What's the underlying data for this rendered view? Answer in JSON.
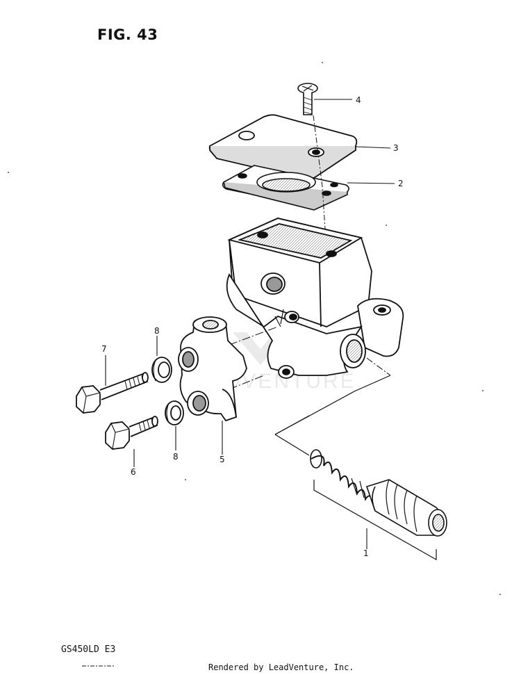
{
  "figure": {
    "title": "FIG. 43",
    "model": "GS450LD  E3"
  },
  "watermark": {
    "text": "LEADVENTURE"
  },
  "footer": {
    "text": "Rendered by LeadVenture, Inc."
  },
  "callouts": {
    "c1": "1",
    "c2": "2",
    "c3": "3",
    "c4": "4",
    "c5": "5",
    "c6": "6",
    "c7": "7",
    "c8a": "8",
    "c8b": "8"
  }
}
